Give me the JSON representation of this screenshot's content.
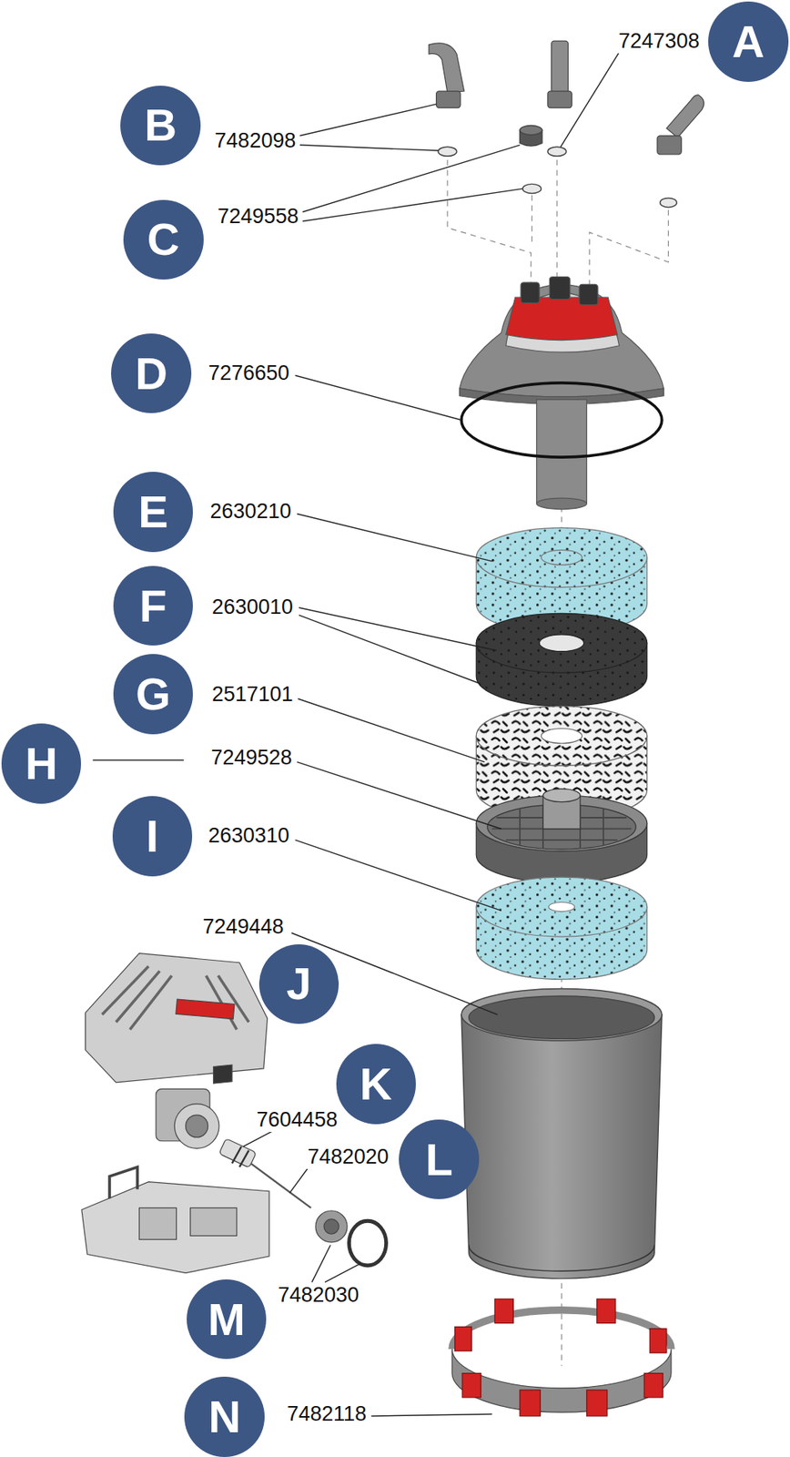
{
  "diagram": {
    "nodes": [
      {
        "text": [
          "A"
        ]
      },
      {
        "text": [
          "B"
        ]
      },
      {
        "text": [
          "C"
        ]
      },
      {
        "text": [
          "D"
        ]
      },
      {
        "text": [
          "E"
        ]
      },
      {
        "text": [
          "F"
        ]
      },
      {
        "text": [
          "G"
        ]
      },
      {
        "text": [
          "H"
        ]
      },
      {
        "text": [
          "I"
        ]
      },
      {
        "text": [
          "J"
        ]
      },
      {
        "text": [
          "K"
        ]
      },
      {
        "text": [
          "L"
        ]
      },
      {
        "text": [
          "M"
        ]
      },
      {
        "text": [
          "N"
        ]
      }
    ],
    "labels": [
      "7247308",
      "7482098",
      "7249558",
      "7276650",
      "2630210",
      "2630010",
      "2517101",
      "7249528",
      "2630310",
      "7249448",
      "7604458",
      "7482020",
      "7482030",
      "7482118"
    ]
  }
}
